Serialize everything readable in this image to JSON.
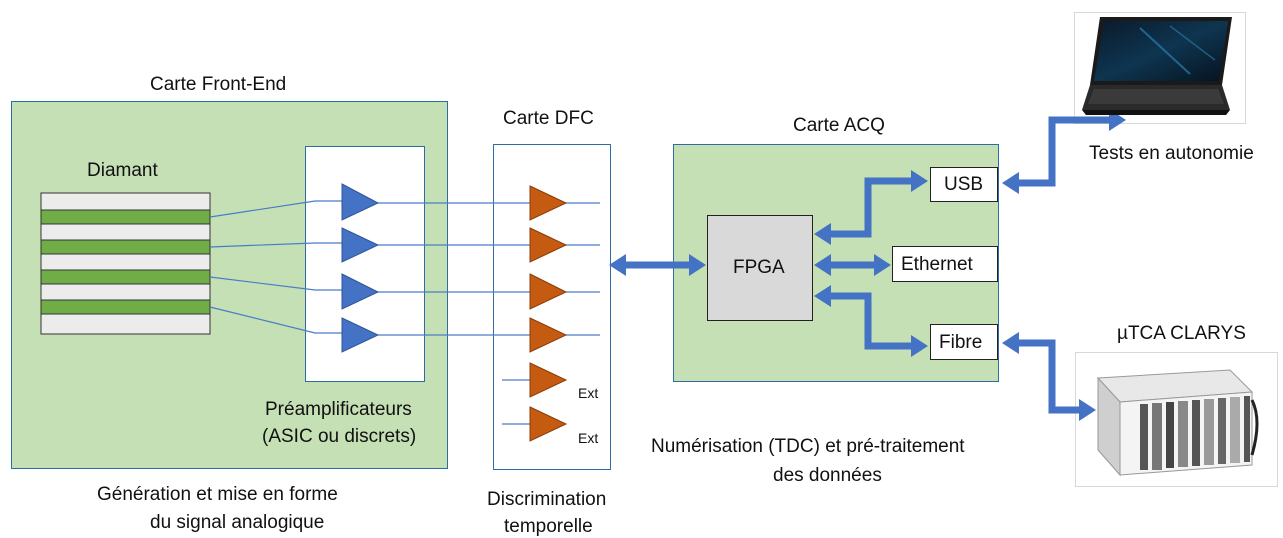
{
  "front_end": {
    "title": "Carte Front-End",
    "diamond_label": "Diamant",
    "preamp_label_1": "Préamplificateurs",
    "preamp_label_2": "(ASIC ou discrets)",
    "caption_1": "Génération et mise en forme",
    "caption_2": "du signal analogique"
  },
  "dfc": {
    "title": "Carte DFC",
    "ext_label": "Ext",
    "caption_1": "Discrimination",
    "caption_2": "temporelle"
  },
  "acq": {
    "title": "Carte ACQ",
    "fpga": "FPGA",
    "usb": "USB",
    "ethernet": "Ethernet",
    "fibre": "Fibre",
    "caption_1": "Numérisation (TDC) et pré-traitement",
    "caption_2": "des données"
  },
  "laptop": {
    "caption": "Tests en autonomie"
  },
  "crate": {
    "caption": "µTCA CLARYS"
  },
  "colors": {
    "board_green": "#c5e0b4",
    "strip_green": "#70ad47",
    "preamp_blue": "#4472c4",
    "dfc_orange": "#c55a11",
    "fpga_gray": "#d9d9d9",
    "arrow_blue": "#4472c4"
  }
}
